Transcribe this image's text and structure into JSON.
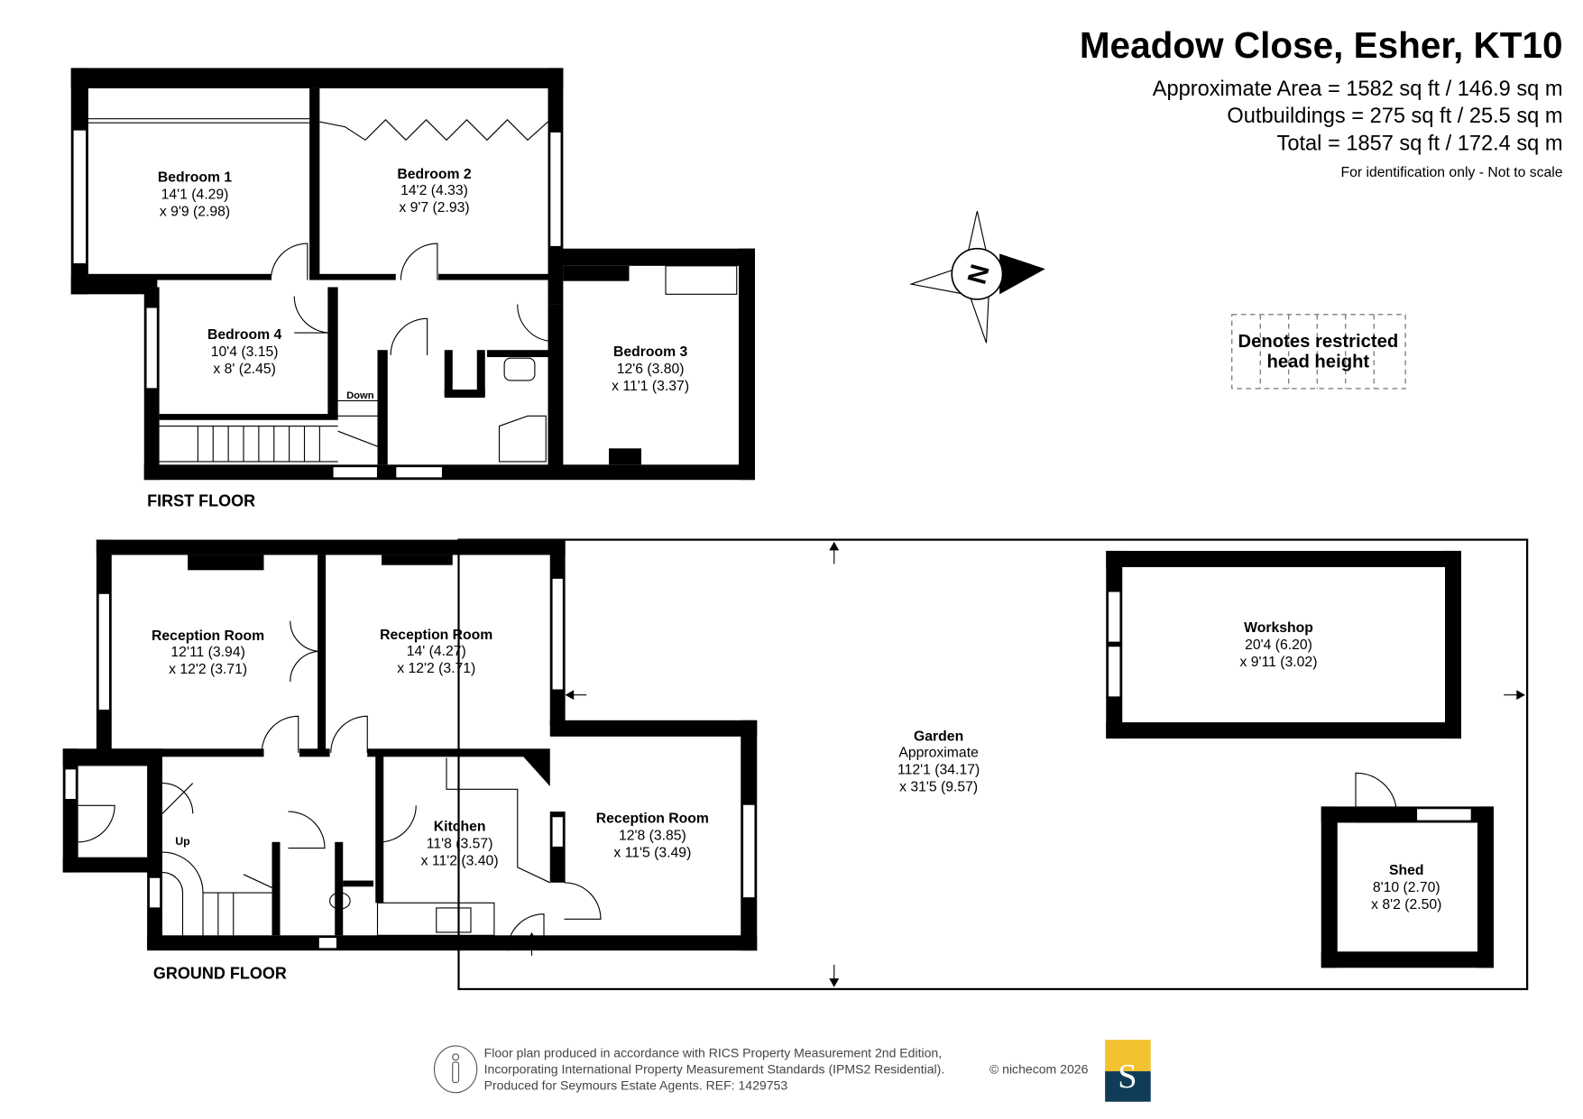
{
  "header": {
    "title": "Meadow Close, Esher, KT10",
    "area_lines": [
      "Approximate Area = 1582 sq ft / 146.9 sq m",
      "Outbuildings = 275 sq ft / 25.5 sq m",
      "Total = 1857 sq ft / 172.4 sq m"
    ],
    "disclaimer": "For identification only - Not to scale"
  },
  "compass": {
    "label": "N"
  },
  "legend": {
    "restricted_line1": "Denotes restricted",
    "restricted_line2": "head height"
  },
  "first_floor": {
    "label": "FIRST FLOOR",
    "stairs_label": "Down",
    "rooms": [
      {
        "name": "Bedroom 1",
        "dim1": "14'1 (4.29)",
        "dim2": "x 9'9 (2.98)"
      },
      {
        "name": "Bedroom 2",
        "dim1": "14'2 (4.33)",
        "dim2": "x 9'7 (2.93)"
      },
      {
        "name": "Bedroom 4",
        "dim1": "10'4 (3.15)",
        "dim2": "x 8' (2.45)"
      },
      {
        "name": "Bedroom 3",
        "dim1": "12'6 (3.80)",
        "dim2": "x 11'1 (3.37)"
      }
    ]
  },
  "ground_floor": {
    "label": "GROUND FLOOR",
    "stairs_label": "Up",
    "rooms": [
      {
        "name": "Reception Room",
        "dim1": "12'11 (3.94)",
        "dim2": "x 12'2 (3.71)"
      },
      {
        "name": "Reception Room",
        "dim1": "14' (4.27)",
        "dim2": "x 12'2 (3.71)"
      },
      {
        "name": "Kitchen",
        "dim1": "11'8 (3.57)",
        "dim2": "x 11'2 (3.40)"
      },
      {
        "name": "Reception Room",
        "dim1": "12'8 (3.85)",
        "dim2": "x 11'5 (3.49)"
      }
    ],
    "garden": {
      "name": "Garden",
      "line1": "Approximate",
      "dim1": "112'1 (34.17)",
      "dim2": "x 31'5 (9.57)"
    },
    "outbuildings": [
      {
        "name": "Workshop",
        "dim1": "20'4 (6.20)",
        "dim2": "x 9'11 (3.02)"
      },
      {
        "name": "Shed",
        "dim1": "8'10 (2.70)",
        "dim2": "x 8'2 (2.50)"
      }
    ]
  },
  "footer": {
    "lines": [
      "Floor plan produced in accordance with RICS Property Measurement 2nd Edition,",
      "Incorporating International Property Measurement Standards (IPMS2 Residential).",
      "Produced for Seymours Estate Agents.   REF: 1429753"
    ],
    "copyright": "© nichecom 2026",
    "logo_letter": "S",
    "logo_colors": {
      "top": "#f2c230",
      "bottom": "#0f3d57"
    }
  }
}
